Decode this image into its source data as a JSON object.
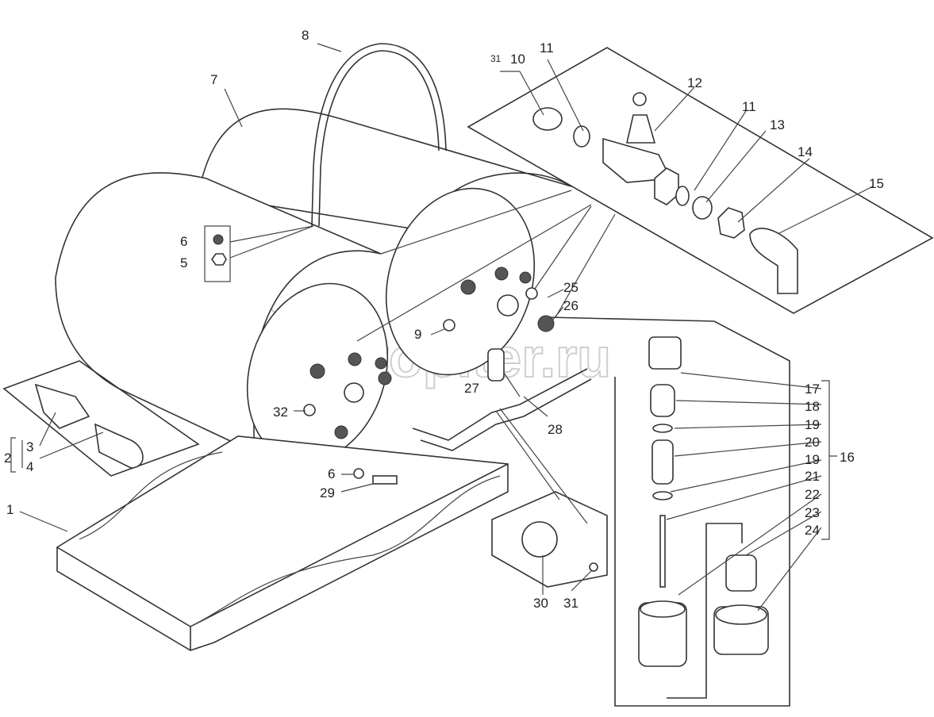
{
  "diagram": {
    "title": "Air tank assembly exploded view",
    "watermark": "autopiter.ru",
    "labels": {
      "l1": "1",
      "l2": "2",
      "l3": "3",
      "l4": "4",
      "l5": "5",
      "l6a": "6",
      "l6b": "6",
      "l7": "7",
      "l8": "8",
      "l9": "9",
      "l10": "10",
      "l31a": "31",
      "l11a": "11",
      "l11b": "11",
      "l12": "12",
      "l13": "13",
      "l14": "14",
      "l15": "15",
      "l16": "16",
      "l17": "17",
      "l18": "18",
      "l19a": "19",
      "l20": "20",
      "l19b": "19",
      "l21": "21",
      "l22": "22",
      "l23": "23",
      "l24": "24",
      "l25": "25",
      "l26": "26",
      "l27": "27",
      "l28": "28",
      "l29": "29",
      "l30": "30",
      "l31b": "31",
      "l32": "32"
    }
  }
}
